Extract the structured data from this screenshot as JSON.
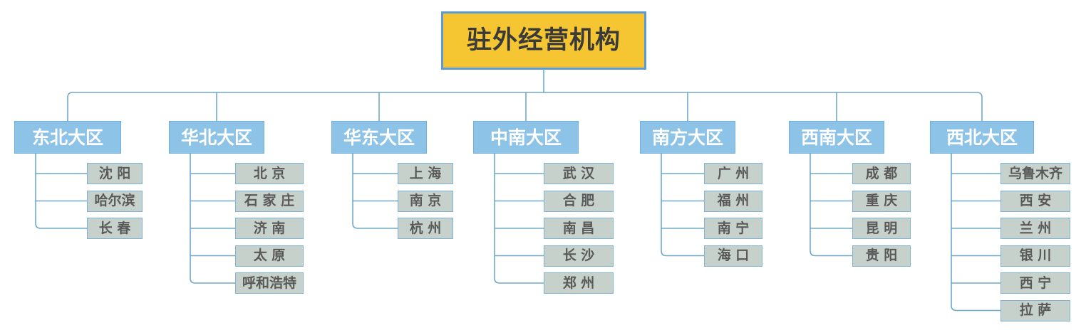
{
  "chart_data": {
    "type": "diagram",
    "title": "驻外经营机构",
    "root": {
      "label": "驻外经营机构",
      "fill": "#F5C631",
      "border": "#5B9BD5",
      "text": "#3A3A3A"
    },
    "node_styles": {
      "region": {
        "fill": "#8EC3E8",
        "border": "#72B0DC",
        "text": "#FFFFFF"
      },
      "city": {
        "fill": "#C7D1CC",
        "border": "#7FB4D6",
        "text": "#595959"
      },
      "connector": "#6FA8C8"
    },
    "regions": [
      {
        "label": "东北大区",
        "cities": [
          "沈 阳",
          "哈尔滨",
          "长 春"
        ]
      },
      {
        "label": "华北大区",
        "cities": [
          "北 京",
          "石 家 庄",
          "济 南",
          "太 原",
          "呼和浩特"
        ]
      },
      {
        "label": "华东大区",
        "cities": [
          "上 海",
          "南 京",
          "杭 州"
        ]
      },
      {
        "label": "中南大区",
        "cities": [
          "武 汉",
          "合 肥",
          "南 昌",
          "长 沙",
          "郑 州"
        ]
      },
      {
        "label": "南方大区",
        "cities": [
          "广 州",
          "福 州",
          "南 宁",
          "海 口"
        ]
      },
      {
        "label": "西南大区",
        "cities": [
          "成 都",
          "重 庆",
          "昆 明",
          "贵 阳"
        ]
      },
      {
        "label": "西北大区",
        "cities": [
          "乌鲁木齐",
          "西 安",
          "兰 州",
          "银 川",
          "西 宁",
          "拉 萨"
        ]
      }
    ]
  },
  "root": {
    "label": "驻外经营机构"
  },
  "regions": [
    {
      "label": "东北大区",
      "cities": [
        {
          "label": "沈 阳"
        },
        {
          "label": "哈尔滨"
        },
        {
          "label": "长 春"
        }
      ]
    },
    {
      "label": "华北大区",
      "cities": [
        {
          "label": "北 京"
        },
        {
          "label": "石 家 庄"
        },
        {
          "label": "济 南"
        },
        {
          "label": "太 原"
        },
        {
          "label": "呼和浩特"
        }
      ]
    },
    {
      "label": "华东大区",
      "cities": [
        {
          "label": "上 海"
        },
        {
          "label": "南 京"
        },
        {
          "label": "杭 州"
        }
      ]
    },
    {
      "label": "中南大区",
      "cities": [
        {
          "label": "武 汉"
        },
        {
          "label": "合 肥"
        },
        {
          "label": "南 昌"
        },
        {
          "label": "长 沙"
        },
        {
          "label": "郑 州"
        }
      ]
    },
    {
      "label": "南方大区",
      "cities": [
        {
          "label": "广 州"
        },
        {
          "label": "福 州"
        },
        {
          "label": "南 宁"
        },
        {
          "label": "海 口"
        }
      ]
    },
    {
      "label": "西南大区",
      "cities": [
        {
          "label": "成 都"
        },
        {
          "label": "重 庆"
        },
        {
          "label": "昆 明"
        },
        {
          "label": "贵 阳"
        }
      ]
    },
    {
      "label": "西北大区",
      "cities": [
        {
          "label": "乌鲁木齐"
        },
        {
          "label": "西 安"
        },
        {
          "label": "兰 州"
        },
        {
          "label": "银 川"
        },
        {
          "label": "西 宁"
        },
        {
          "label": "拉 萨"
        }
      ]
    }
  ]
}
